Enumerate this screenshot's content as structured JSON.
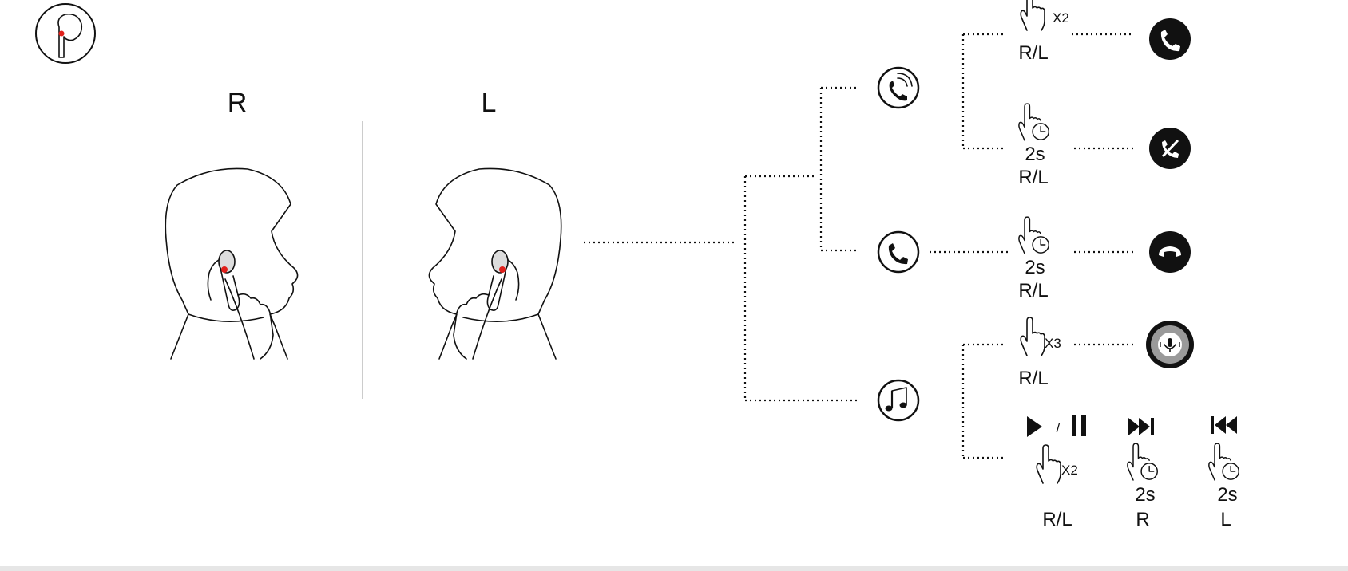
{
  "side_labels": {
    "right": "R",
    "left": "L"
  },
  "gestures": {
    "answer": {
      "tap": "X2",
      "side": "R/L"
    },
    "reject": {
      "hold": "2s",
      "side": "R/L"
    },
    "hangup": {
      "hold": "2s",
      "side": "R/L"
    },
    "assistant": {
      "tap": "X3",
      "side": "R/L"
    },
    "play_pause": {
      "tap": "X2",
      "side": "R/L",
      "separator": "/"
    },
    "next": {
      "hold": "2s",
      "side": "R"
    },
    "previous": {
      "hold": "2s",
      "side": "L"
    }
  },
  "icons": {
    "earbud": "earbud-icon",
    "incoming_call": "incoming-call-icon",
    "in_call": "in-call-icon",
    "music": "music-note-icon",
    "answer": "answer-call-icon",
    "reject": "reject-call-icon",
    "hangup": "hang-up-icon",
    "assistant": "voice-assistant-icon",
    "play": "play-icon",
    "pause": "pause-icon",
    "next": "next-track-icon",
    "previous": "previous-track-icon",
    "double_tap": "double-tap-hand-icon",
    "triple_tap": "triple-tap-hand-icon",
    "long_press": "long-press-hand-icon"
  },
  "colors": {
    "line": "#111111",
    "accent_dot": "#e0201b",
    "assistant_ring": "#9a9a9a",
    "divider": "#cccccc"
  }
}
